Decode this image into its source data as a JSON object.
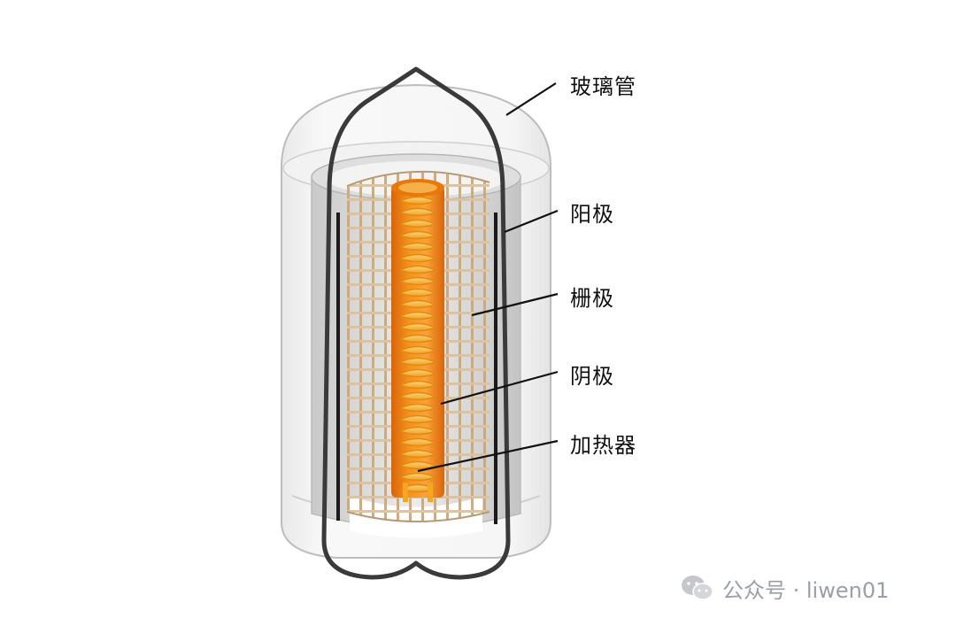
{
  "labels": {
    "glass_tube": "玻璃管",
    "anode": "阳极",
    "grid": "栅极",
    "cathode": "阴极",
    "heater": "加热器"
  },
  "watermark": {
    "text": "公众号 · liwen01",
    "icon": "wechat-icon"
  },
  "colors": {
    "heater": "#f39c12",
    "cathode": "#e8780a",
    "grid": "#c9ad8c",
    "anode": "#d7d7d7",
    "glass_outline": "#3a3a3a"
  }
}
